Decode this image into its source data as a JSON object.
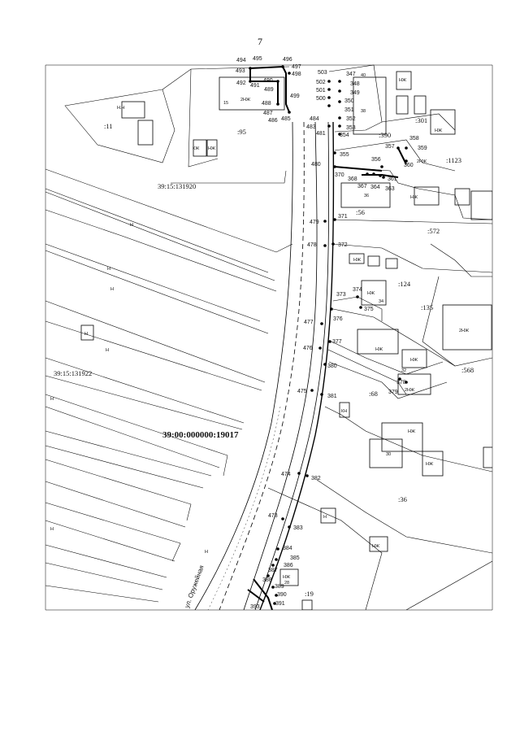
{
  "page_number": "7",
  "cadastral_codes": {
    "block_a": "39:15:131920",
    "block_b": "39:15:131922",
    "main": "39:00:000000:19017"
  },
  "street_name": "ул. Оружейная",
  "parcels": [
    ":11",
    ":95",
    ":390",
    ":301",
    ":1123",
    ":56",
    ":572",
    ":124",
    ":135",
    ":568",
    ":68",
    ":36",
    ":19"
  ],
  "points": [
    "494",
    "495",
    "496",
    "497",
    "498",
    "493",
    "492",
    "491",
    "490",
    "489",
    "488",
    "487",
    "486",
    "485",
    "499",
    "500",
    "501",
    "502",
    "503",
    "484",
    "483",
    "481",
    "480",
    "479",
    "478",
    "477",
    "476",
    "475",
    "474",
    "473",
    "347",
    "348",
    "349",
    "350",
    "351",
    "352",
    "353",
    "354",
    "355",
    "356",
    "357",
    "358",
    "359",
    "360",
    "361",
    "363",
    "364",
    "367",
    "368",
    "370",
    "371",
    "372",
    "373",
    "374",
    "375",
    "376",
    "377",
    "378",
    "379",
    "380",
    "381",
    "382",
    "383",
    "384",
    "385",
    "386",
    "387",
    "388",
    "389",
    "390",
    "391",
    "393"
  ],
  "building_labels": {
    "nzh": "Н.Н",
    "nzh_h": "НЖ",
    "two_nzh": "2НЖ",
    "kzh": "КЖ",
    "n": "Н",
    "house15": "15",
    "house40": "40",
    "house38": "38",
    "house36": "36",
    "house34": "34",
    "house32": "32",
    "house30": "30",
    "house28": "28",
    "house_h": "Н",
    "house_kn": "КН"
  }
}
